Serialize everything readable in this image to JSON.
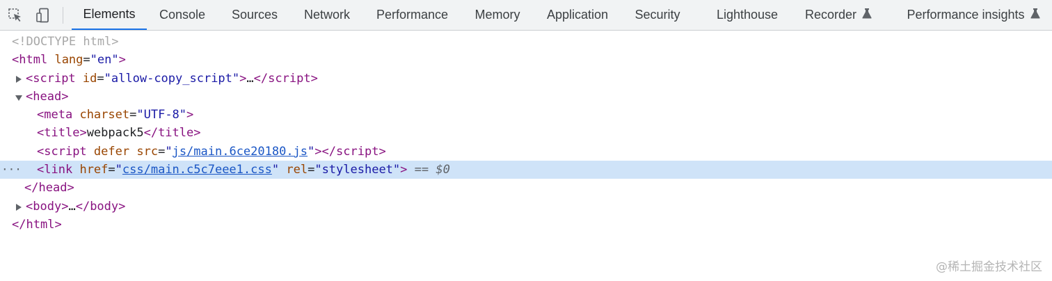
{
  "toolbar": {
    "icons": {
      "inspect": "inspect-element-icon",
      "device": "device-toolbar-icon"
    },
    "tabs": [
      {
        "label": "Elements",
        "active": true
      },
      {
        "label": "Console"
      },
      {
        "label": "Sources"
      },
      {
        "label": "Network"
      },
      {
        "label": "Performance"
      },
      {
        "label": "Memory"
      },
      {
        "label": "Application"
      },
      {
        "label": "Security"
      },
      {
        "label": "Lighthouse"
      },
      {
        "label": "Recorder",
        "icon": "flask-icon"
      },
      {
        "label": "Performance insights",
        "icon": "flask-icon"
      }
    ]
  },
  "dom_tree": {
    "doctype": "<!DOCTYPE html>",
    "html_open": {
      "tag": "html",
      "attr": "lang",
      "value": "en"
    },
    "script_node": {
      "tag": "script",
      "attr": "id",
      "value": "allow-copy_script",
      "ellipsis": "…"
    },
    "head_open": "head",
    "meta": {
      "tag": "meta",
      "attr": "charset",
      "value": "UTF-8"
    },
    "title": {
      "tag": "title",
      "text": "webpack5"
    },
    "script_src": {
      "tag": "script",
      "attr1": "defer",
      "attr2": "src",
      "value": "js/main.6ce20180.js"
    },
    "link": {
      "tag": "link",
      "attr1": "href",
      "value1": "css/main.c5c7eee1.css",
      "attr2": "rel",
      "value2": "stylesheet",
      "marker_eq": "==",
      "marker_var": "$0"
    },
    "head_close": "head",
    "body": {
      "tag": "body",
      "ellipsis": "…"
    },
    "html_close": "html",
    "more_dots": "···"
  },
  "watermark": "@稀土掘金技术社区",
  "colors": {
    "tag": "#881280",
    "attr": "#994500",
    "value": "#1a1aa6",
    "selection": "#cfe3f8",
    "active_tab": "#1a73e8"
  }
}
